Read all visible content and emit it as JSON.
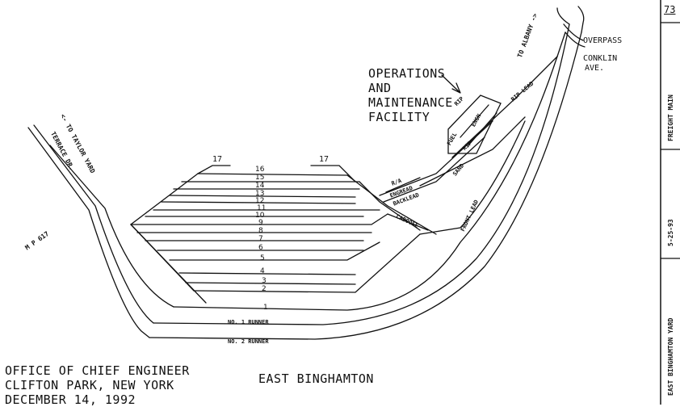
{
  "sheet": {
    "page_number": "73",
    "side_labels": {
      "top": "FREIGHT MAIN",
      "middle": "5-25-93",
      "bottom": "EAST BINGHAMTON YARD"
    }
  },
  "title": "EAST BINGHAMTON",
  "office": {
    "line1": "OFFICE OF CHIEF ENGINEER",
    "line2": "CLIFTON PARK, NEW YORK",
    "line3": "DECEMBER 14, 1992"
  },
  "facility": {
    "line1": "OPERATIONS",
    "line2": "AND",
    "line3": "MAINTENANCE",
    "line4": "FACILITY"
  },
  "labels": {
    "to_albany": "TO ALBANY ->",
    "overpass": "OVERPASS",
    "conklin1": "CONKLIN",
    "conklin2": "AVE.",
    "to_taylor": "<- TO TAYLOR YARD",
    "terrace": "TERRACE DR.",
    "milepost": "M P 617",
    "rip_lead": "RIP LEAD",
    "fuel": "FUEL",
    "rip_top": "RIP",
    "rip_mid": "RIP",
    "engn": "ENGN",
    "sand": "SAND",
    "ra": "R/A",
    "engineer": "ENGREAD",
    "backtrack": "BACKLEAD",
    "caboose": "CABOOSE",
    "frontlead": "FRONT LEAD",
    "ladder_left": "17",
    "ladder_right": "17"
  },
  "tracks": {
    "t16": "16",
    "t15": "15",
    "t14": "14",
    "t13": "13",
    "t12": "12",
    "t11": "11",
    "t10": "10",
    "t9": "9",
    "t8": "8",
    "t7": "7",
    "t6": "6",
    "t5": "5",
    "t4": "4",
    "t3": "3",
    "t2": "2",
    "t1": "1",
    "runner1": "NO. 1 RUNNER",
    "runner2": "NO. 2 RUNNER"
  }
}
